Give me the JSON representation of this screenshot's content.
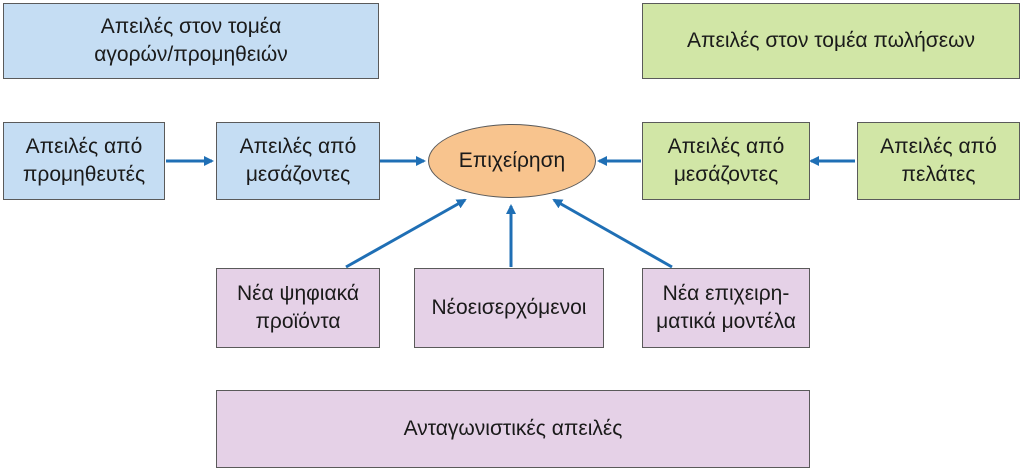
{
  "headers": {
    "purchasing": "Απειλές στον τομέα\nαγορών/προμηθειών",
    "sales": "Απειλές στον τομέα πωλήσεων"
  },
  "left": {
    "suppliers": "Απειλές από\nπρομηθευτές",
    "intermediaries": "Απειλές από\nμεσάζοντες"
  },
  "center": {
    "business": "Επιχείρηση"
  },
  "right": {
    "intermediaries": "Απειλές από\nμεσάζοντες",
    "customers": "Απειλές από\nπελάτες"
  },
  "bottom": {
    "digital_products": "Νέα ψηφιακά\nπροϊόντα",
    "new_entrants": "Νέοεισερχόμενοι",
    "business_models": "Νέα επιχειρη-\nματικά μοντέλα",
    "competitive": "Ανταγωνιστικές απειλές"
  },
  "colors": {
    "blue_box": "#c5ddf3",
    "green_box": "#d1e6a6",
    "purple_box": "#e5d1e7",
    "center_ellipse": "#f8c48e",
    "arrow": "#1f6fb5"
  }
}
